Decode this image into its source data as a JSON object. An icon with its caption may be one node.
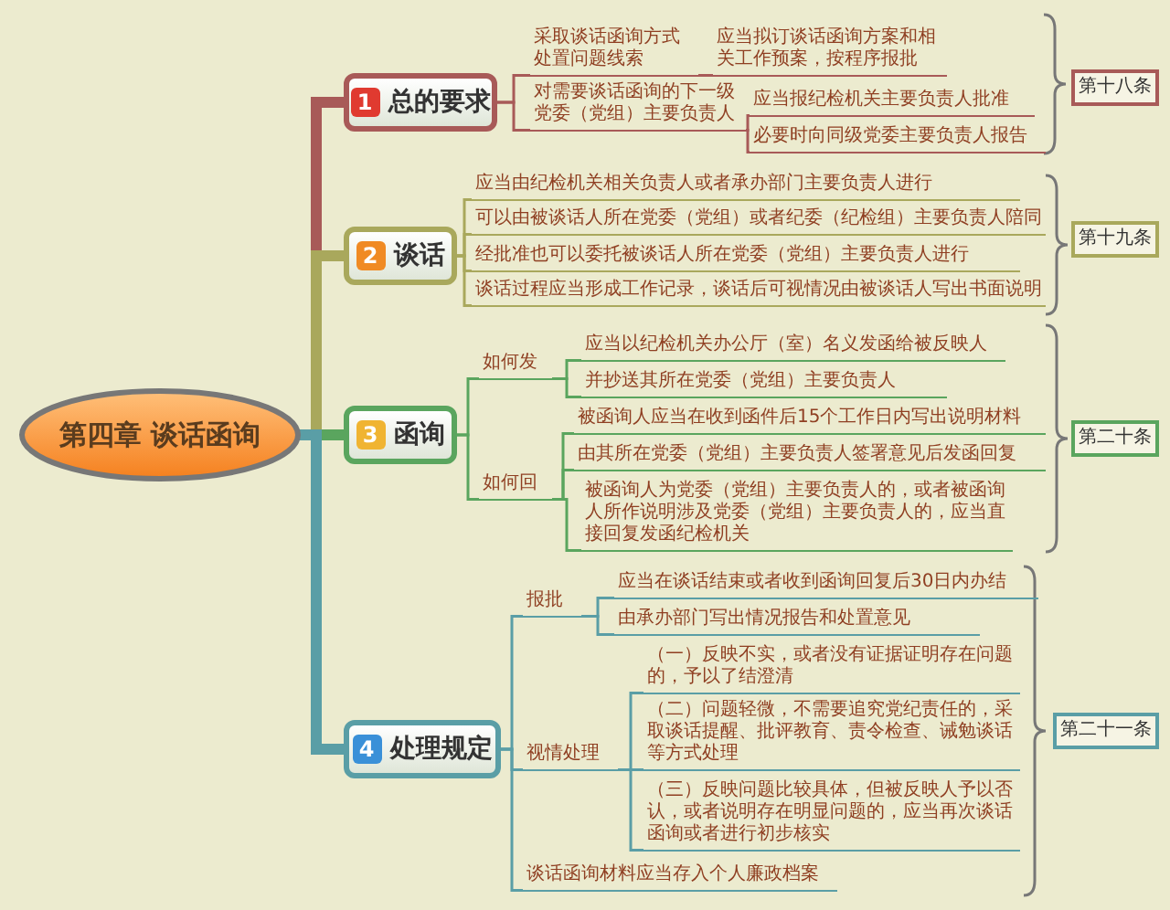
{
  "diagram": {
    "nodes": [
      {
        "text": [
          "第四章 谈话函询"
        ]
      },
      {
        "text": [
          "1",
          "总的要求"
        ]
      },
      {
        "text": [
          "采取谈话函询方式处置问题线索"
        ]
      },
      {
        "text": [
          "应当拟订谈话函询方案和相关工作预案，按程序报批"
        ]
      },
      {
        "text": [
          "对需要谈话函询的下一级党委（党组）主要负责人"
        ]
      },
      {
        "text": [
          "应当报纪检机关主要负责人批准"
        ]
      },
      {
        "text": [
          "必要时向同级党委主要负责人报告"
        ]
      },
      {
        "text": [
          "第十八条"
        ]
      },
      {
        "text": [
          "2",
          "谈话"
        ]
      },
      {
        "text": [
          "应当由纪检机关相关负责人或者承办部门主要负责人进行"
        ]
      },
      {
        "text": [
          "可以由被谈话人所在党委（党组）或者纪委（纪检组）主要负责人陪同"
        ]
      },
      {
        "text": [
          "经批准也可以委托被谈话人所在党委（党组）主要负责人进行"
        ]
      },
      {
        "text": [
          "谈话过程应当形成工作记录，谈话后可视情况由被谈话人写出书面说明"
        ]
      },
      {
        "text": [
          "第十九条"
        ]
      },
      {
        "text": [
          "3",
          "函询"
        ]
      },
      {
        "text": [
          "如何发"
        ]
      },
      {
        "text": [
          "应当以纪检机关办公厅（室）名义发函给被反映人"
        ]
      },
      {
        "text": [
          "并抄送其所在党委（党组）主要负责人"
        ]
      },
      {
        "text": [
          "如何回"
        ]
      },
      {
        "text": [
          "被函询人应当在收到函件后15个工作日内写出说明材料"
        ]
      },
      {
        "text": [
          "由其所在党委（党组）主要负责人签署意见后发函回复"
        ]
      },
      {
        "text": [
          "被函询人为党委（党组）主要负责人的，或者被函询人所作说明涉及党委（党组）主要负责人的，应当直接回复发函纪检机关"
        ]
      },
      {
        "text": [
          "第二十条"
        ]
      },
      {
        "text": [
          "4",
          "处理规定"
        ]
      },
      {
        "text": [
          "报批"
        ]
      },
      {
        "text": [
          "应当在谈话结束或者收到函询回复后30日内办结"
        ]
      },
      {
        "text": [
          "由承办部门写出情况报告和处置意见"
        ]
      },
      {
        "text": [
          "视情处理"
        ]
      },
      {
        "text": [
          "（一）反映不实，或者没有证据证明存在问题的，予以了结澄清"
        ]
      },
      {
        "text": [
          "（二）问题轻微，不需要追究党纪责任的，采取谈话提醒、批评教育、责令检查、诫勉谈话等方式处理"
        ]
      },
      {
        "text": [
          "（三）反映问题比较具体，但被反映人予以否认，或者说明存在明显问题的，应当再次谈话函询或者进行初步核实"
        ]
      },
      {
        "text": [
          "谈话函询材料应当存入个人廉政档案"
        ]
      },
      {
        "text": [
          "第二十一条"
        ]
      }
    ],
    "edges": [
      {
        "from": 0,
        "to": 1,
        "arrow": "none",
        "style": "thick",
        "color": "#a85a58"
      },
      {
        "from": 1,
        "to": 2,
        "arrow": "none",
        "color": "#a85a58"
      },
      {
        "from": 2,
        "to": 3,
        "arrow": "none",
        "color": "#a85a58"
      },
      {
        "from": 1,
        "to": 4,
        "arrow": "none",
        "color": "#a85a58"
      },
      {
        "from": 4,
        "to": 5,
        "arrow": "none",
        "color": "#a85a58"
      },
      {
        "from": 4,
        "to": 6,
        "arrow": "none",
        "color": "#a85a58"
      },
      {
        "from": 0,
        "to": 8,
        "arrow": "none",
        "style": "thick",
        "color": "#a9a85c"
      },
      {
        "from": 8,
        "to": 9,
        "arrow": "none",
        "color": "#a9a85c"
      },
      {
        "from": 8,
        "to": 10,
        "arrow": "none",
        "color": "#a9a85c"
      },
      {
        "from": 8,
        "to": 11,
        "arrow": "none",
        "color": "#a9a85c"
      },
      {
        "from": 8,
        "to": 12,
        "arrow": "none",
        "color": "#a9a85c"
      },
      {
        "from": 0,
        "to": 14,
        "arrow": "none",
        "style": "thick",
        "color": "#5aa55e"
      },
      {
        "from": 14,
        "to": 15,
        "arrow": "none",
        "color": "#5aa55e"
      },
      {
        "from": 15,
        "to": 16,
        "arrow": "none",
        "color": "#5aa55e"
      },
      {
        "from": 15,
        "to": 17,
        "arrow": "none",
        "color": "#5aa55e"
      },
      {
        "from": 14,
        "to": 18,
        "arrow": "none",
        "color": "#5aa55e"
      },
      {
        "from": 18,
        "to": 19,
        "arrow": "none",
        "color": "#5aa55e"
      },
      {
        "from": 18,
        "to": 20,
        "arrow": "none",
        "color": "#5aa55e"
      },
      {
        "from": 18,
        "to": 21,
        "arrow": "none",
        "color": "#5aa55e"
      },
      {
        "from": 0,
        "to": 23,
        "arrow": "none",
        "style": "thick"
      },
      {
        "from": 23,
        "to": 24,
        "arrow": "none"
      },
      {
        "from": 24,
        "to": 25,
        "arrow": "none"
      },
      {
        "from": 24,
        "to": 26,
        "arrow": "none"
      },
      {
        "from": 23,
        "to": 27,
        "arrow": "none"
      },
      {
        "from": 27,
        "to": 28,
        "arrow": "none"
      },
      {
        "from": 27,
        "to": 29,
        "arrow": "none"
      },
      {
        "from": 27,
        "to": 30,
        "arrow": "none"
      },
      {
        "from": 23,
        "to": 31,
        "arrow": "none"
      }
    ]
  }
}
